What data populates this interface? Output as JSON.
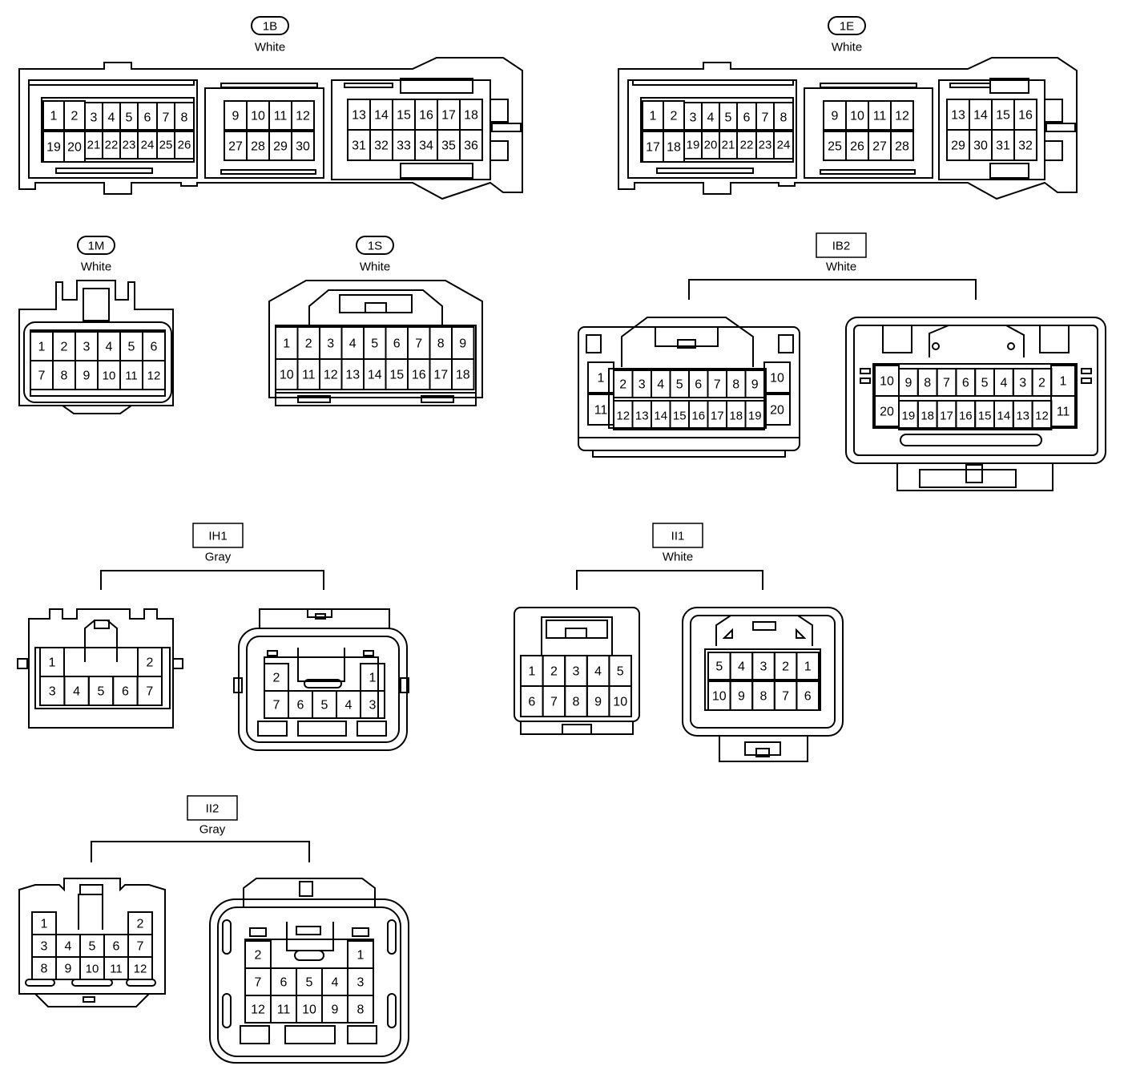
{
  "connectors": [
    {
      "id": "1B",
      "label_style": "rounded",
      "color": "White",
      "pins": [
        "1",
        "2",
        "3",
        "4",
        "5",
        "6",
        "7",
        "8",
        "9",
        "10",
        "11",
        "12",
        "13",
        "14",
        "15",
        "16",
        "17",
        "18",
        "19",
        "20",
        "21",
        "22",
        "23",
        "24",
        "25",
        "26",
        "27",
        "28",
        "29",
        "30",
        "31",
        "32",
        "33",
        "34",
        "35",
        "36"
      ]
    },
    {
      "id": "1E",
      "label_style": "rounded",
      "color": "White",
      "pins": [
        "1",
        "2",
        "3",
        "4",
        "5",
        "6",
        "7",
        "8",
        "9",
        "10",
        "11",
        "12",
        "13",
        "14",
        "15",
        "16",
        "17",
        "18",
        "19",
        "20",
        "21",
        "22",
        "23",
        "24",
        "25",
        "26",
        "27",
        "28",
        "29",
        "30",
        "31",
        "32"
      ]
    },
    {
      "id": "1M",
      "label_style": "rounded",
      "color": "White",
      "pins": [
        "1",
        "2",
        "3",
        "4",
        "5",
        "6",
        "7",
        "8",
        "9",
        "10",
        "11",
        "12"
      ]
    },
    {
      "id": "1S",
      "label_style": "rounded",
      "color": "White",
      "pins": [
        "1",
        "2",
        "3",
        "4",
        "5",
        "6",
        "7",
        "8",
        "9",
        "10",
        "11",
        "12",
        "13",
        "14",
        "15",
        "16",
        "17",
        "18"
      ]
    },
    {
      "id": "IB2",
      "label_style": "box",
      "color": "White",
      "pins_left": [
        "1",
        "2",
        "3",
        "4",
        "5",
        "6",
        "7",
        "8",
        "9",
        "10",
        "11",
        "12",
        "13",
        "14",
        "15",
        "16",
        "17",
        "18",
        "19",
        "20"
      ],
      "pins_right": [
        "10",
        "9",
        "8",
        "7",
        "6",
        "5",
        "4",
        "3",
        "2",
        "1",
        "20",
        "19",
        "18",
        "17",
        "16",
        "15",
        "14",
        "13",
        "12",
        "11"
      ]
    },
    {
      "id": "IH1",
      "label_style": "box",
      "color": "Gray",
      "pins_left": [
        "1",
        "2",
        "3",
        "4",
        "5",
        "6",
        "7"
      ],
      "pins_right": [
        "2",
        "1",
        "7",
        "6",
        "5",
        "4",
        "3"
      ]
    },
    {
      "id": "II1",
      "label_style": "box",
      "color": "White",
      "pins_left": [
        "1",
        "2",
        "3",
        "4",
        "5",
        "6",
        "7",
        "8",
        "9",
        "10"
      ],
      "pins_right": [
        "5",
        "4",
        "3",
        "2",
        "1",
        "10",
        "9",
        "8",
        "7",
        "6"
      ]
    },
    {
      "id": "II2",
      "label_style": "box",
      "color": "Gray",
      "pins_left": [
        "1",
        "2",
        "3",
        "4",
        "5",
        "6",
        "7",
        "8",
        "9",
        "10",
        "11",
        "12"
      ],
      "pins_right": [
        "2",
        "1",
        "7",
        "6",
        "5",
        "4",
        "3",
        "12",
        "11",
        "10",
        "9",
        "8"
      ]
    }
  ]
}
